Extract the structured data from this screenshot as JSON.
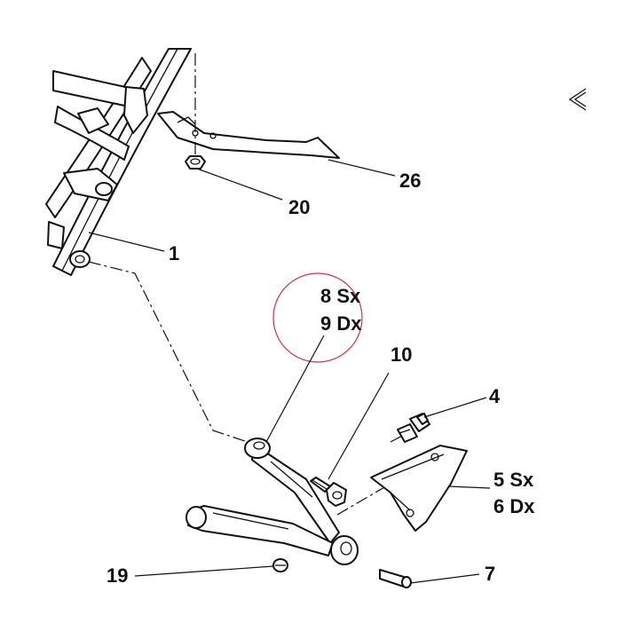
{
  "callouts": {
    "c26": "26",
    "c20": "20",
    "c1": "1",
    "c8": "8 Sx",
    "c9": "9 Dx",
    "c10": "10",
    "c4": "4",
    "c5": "5 Sx",
    "c6": "6 Dx",
    "c19": "19",
    "c7": "7"
  },
  "colors": {
    "line": "#111111",
    "highlight_circle": "#cc3344",
    "background": "#ffffff"
  },
  "icons": {
    "partial_arrow": "chevron-left-icon"
  }
}
